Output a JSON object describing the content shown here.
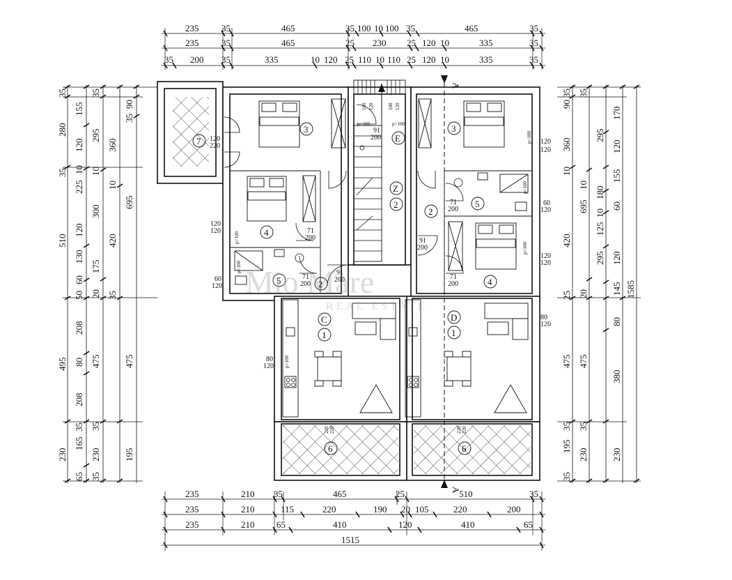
{
  "dims": {
    "top1": [
      "235",
      "35",
      "465",
      "35",
      "100",
      "10",
      "100",
      "35",
      "465",
      "35"
    ],
    "top2": [
      "235",
      "35",
      "465",
      "25",
      "230",
      "25",
      "120",
      "10",
      "335",
      "35"
    ],
    "top3": [
      "35",
      "200",
      "35",
      "335",
      "10",
      "120",
      "25",
      "110",
      "10",
      "110",
      "25",
      "120",
      "10",
      "335",
      "35"
    ],
    "bottom1": [
      "235",
      "210",
      "35",
      "465",
      "25",
      "510",
      "35"
    ],
    "bottom2": [
      "235",
      "210",
      "115",
      "220",
      "190",
      "20",
      "105",
      "220",
      "200"
    ],
    "bottom3": [
      "235",
      "210",
      "65",
      "410",
      "120",
      "410",
      "65"
    ],
    "bottom_total": "1515",
    "left1": [
      "35",
      "155",
      "280",
      "35",
      "225",
      "510",
      "50",
      "495",
      "230",
      "65"
    ],
    "left2": [
      "35",
      "120",
      "10",
      "300",
      "120",
      "130",
      "60",
      "208",
      "80",
      "208",
      "35",
      "165",
      "35"
    ],
    "left3": [
      "35",
      "295",
      "10",
      "420",
      "175",
      "20",
      "475",
      "35",
      "230",
      "35"
    ],
    "left4": [
      "360",
      "695",
      "475",
      "195"
    ],
    "left5": [
      "35",
      "90",
      "10"
    ],
    "right1": [
      "35",
      "90",
      "360",
      "120",
      "10",
      "420",
      "120",
      "25",
      "475",
      "35",
      "195",
      "35"
    ],
    "right2": [
      "35",
      "295",
      "10",
      "180",
      "10",
      "125",
      "295",
      "20",
      "475",
      "35",
      "230"
    ],
    "right3": [
      "170",
      "120",
      "155",
      "60",
      "120",
      "145",
      "80",
      "380",
      "230"
    ],
    "right4": [
      "695",
      "1585"
    ]
  },
  "rooms": {
    "left_block": "C",
    "right_block": "D",
    "stair_block": "Z",
    "entrance": "E",
    "num_living": "1",
    "num_hall": "2",
    "num_bed_master": "3",
    "num_bed": "4",
    "num_bath": "5",
    "num_terrace": "6",
    "num_balcony": "7"
  },
  "openings": {
    "door_71_200": [
      "71",
      "200"
    ],
    "door_91_200": [
      "91",
      "200"
    ],
    "win_120_120": [
      "120",
      "120"
    ],
    "win_120_220": [
      "120",
      "220"
    ],
    "win_80_120": [
      "80",
      "120"
    ],
    "win_60_120": [
      "60",
      "120"
    ],
    "win_100_120": [
      "100",
      "120"
    ],
    "door_220_220": [
      "220",
      "220"
    ],
    "parapet": "p=100",
    "section_marker": "A"
  },
  "watermark": {
    "text": "Mio Mare",
    "sub": "REAL ESTATE"
  }
}
